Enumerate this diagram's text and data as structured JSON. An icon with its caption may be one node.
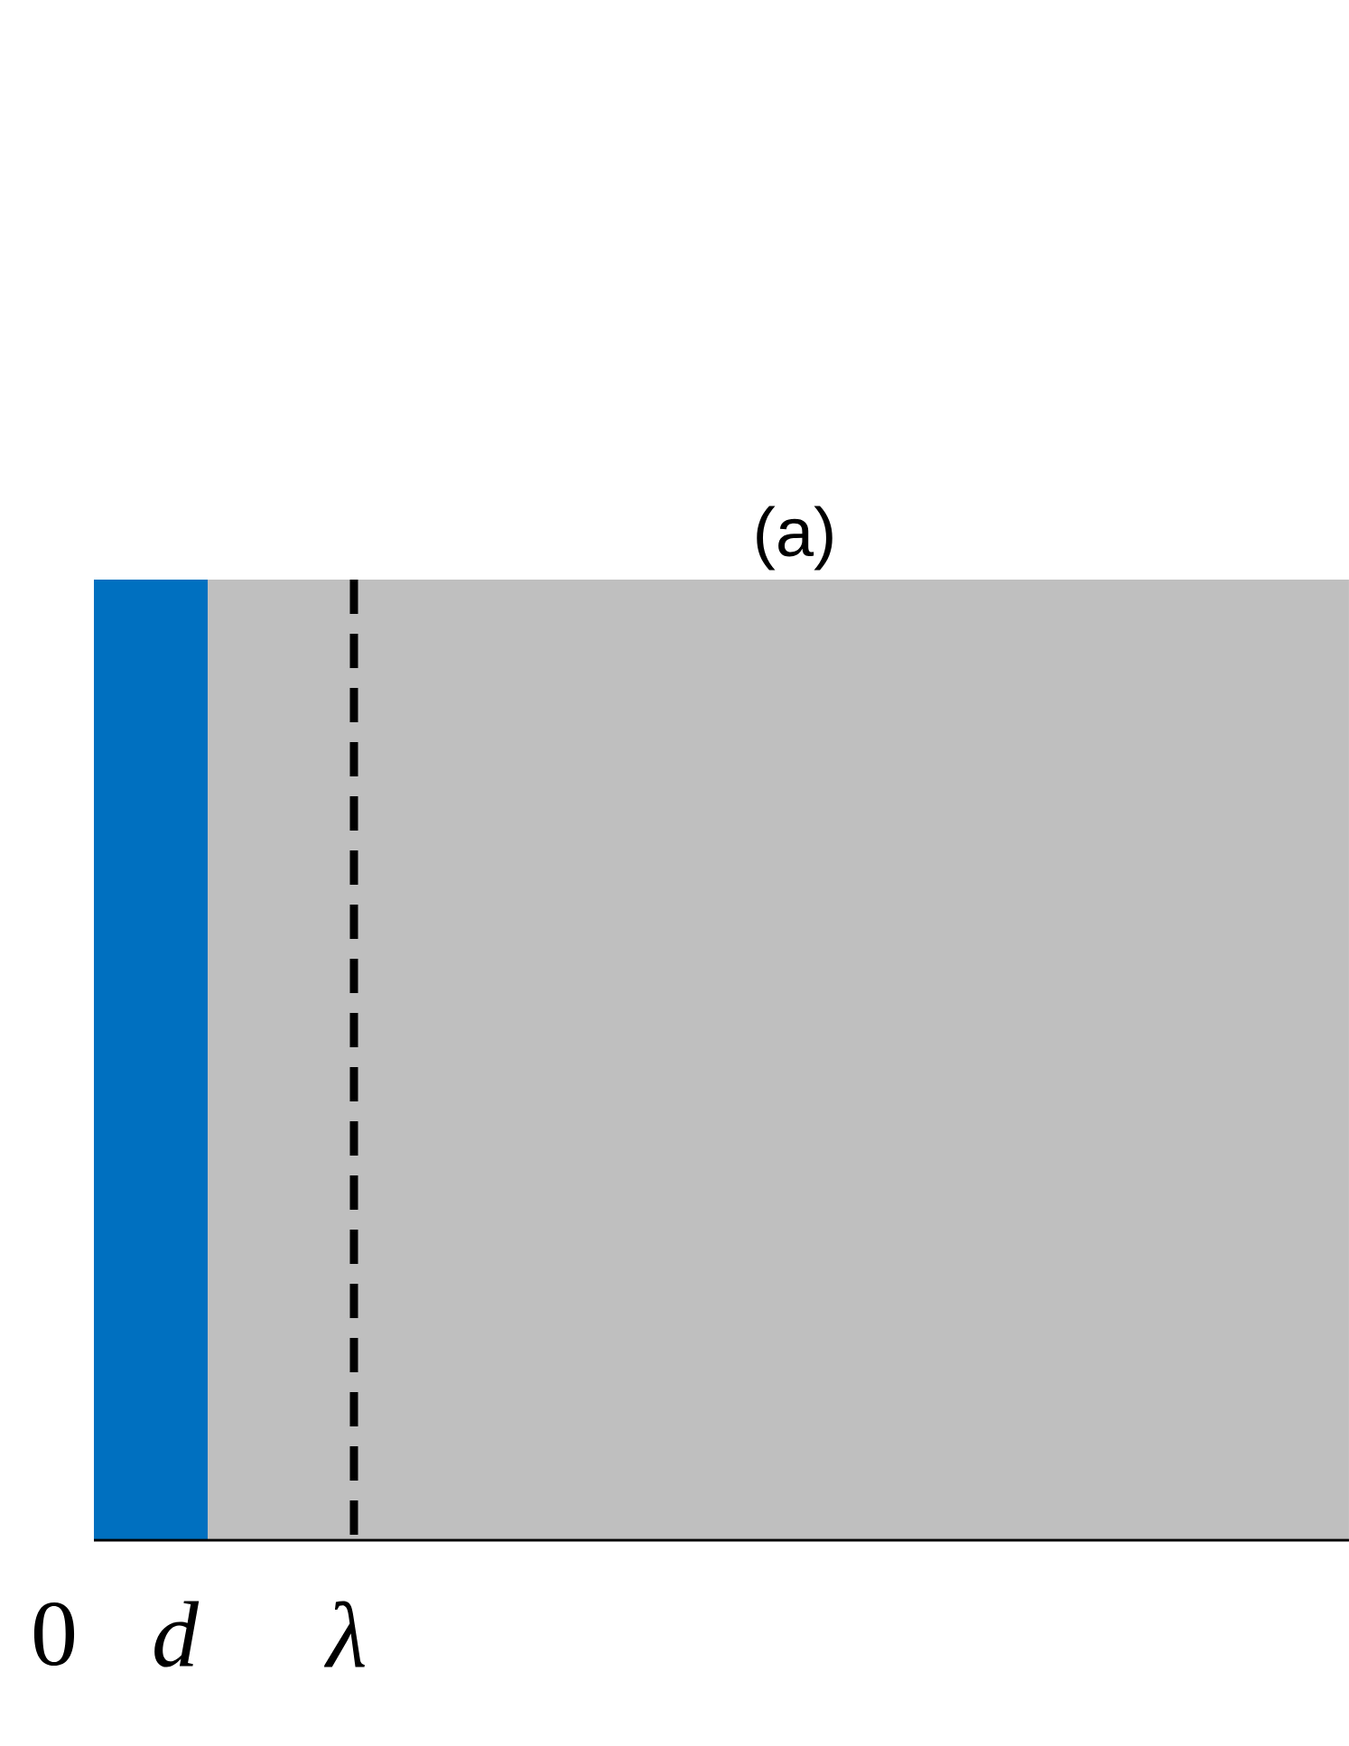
{
  "diagram": {
    "title": "(a)",
    "labels": [
      "0",
      "d",
      "λ"
    ]
  }
}
